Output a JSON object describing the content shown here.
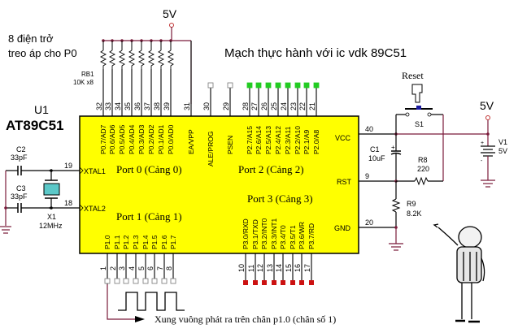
{
  "title": "Mạch thực hành với ic vdk 89C51",
  "note_pullup": [
    "8 điện trở",
    "treo áp cho P0"
  ],
  "supply_top": "5V",
  "supply_right": "5V",
  "chip": {
    "ref": "U1",
    "part": "AT89C51",
    "port0_label": "Port 0 (Cảng 0)",
    "port1_label": "Port 1 (Cảng 1)",
    "port2_label": "Port 2 (Cảng 2)",
    "port3_label": "Port 3 (Cảng 3)",
    "top_pins": [
      {
        "num": "32",
        "name": "P0.7/AD7"
      },
      {
        "num": "33",
        "name": "P0.6/AD6"
      },
      {
        "num": "34",
        "name": "P0.5/AD5"
      },
      {
        "num": "35",
        "name": "P0.4/AD4"
      },
      {
        "num": "36",
        "name": "P0.3/AD3"
      },
      {
        "num": "37",
        "name": "P0.2/AD2"
      },
      {
        "num": "38",
        "name": "P0.1/AD1"
      },
      {
        "num": "39",
        "name": "P0.0/AD0"
      },
      {
        "num": "31",
        "name": "EA/VPP"
      },
      {
        "num": "30",
        "name": "ALE/PROG"
      },
      {
        "num": "29",
        "name": "PSEN"
      },
      {
        "num": "28",
        "name": "P2.7/A15"
      },
      {
        "num": "27",
        "name": "P2.6/A14"
      },
      {
        "num": "26",
        "name": "P2.5/A13"
      },
      {
        "num": "25",
        "name": "P2.4/A12"
      },
      {
        "num": "24",
        "name": "P2.3/A11"
      },
      {
        "num": "23",
        "name": "P2.2/A10"
      },
      {
        "num": "22",
        "name": "P2.1/A9"
      },
      {
        "num": "21",
        "name": "P2.0/A8"
      }
    ],
    "bottom_pins_p1": [
      {
        "num": "1",
        "name": "P1.0"
      },
      {
        "num": "2",
        "name": "P1.1"
      },
      {
        "num": "3",
        "name": "P1.2"
      },
      {
        "num": "4",
        "name": "P1.3"
      },
      {
        "num": "5",
        "name": "P1.4"
      },
      {
        "num": "6",
        "name": "P1.5"
      },
      {
        "num": "7",
        "name": "P1.6"
      },
      {
        "num": "8",
        "name": "P1.7"
      }
    ],
    "bottom_pins_p3": [
      {
        "num": "10",
        "name": "P3.0/RXD"
      },
      {
        "num": "11",
        "name": "P3.1/TXD"
      },
      {
        "num": "12",
        "name": "P3.2/INT0"
      },
      {
        "num": "13",
        "name": "P3.3/INT1"
      },
      {
        "num": "14",
        "name": "P3.4/T0"
      },
      {
        "num": "15",
        "name": "P3.5/T1"
      },
      {
        "num": "16",
        "name": "P3.6/WR"
      },
      {
        "num": "17",
        "name": "P3.7/RD"
      }
    ],
    "left_pins": [
      {
        "num": "19",
        "name": "XTAL1"
      },
      {
        "num": "18",
        "name": "XTAL2"
      }
    ],
    "right_pins": [
      {
        "num": "40",
        "name": "VCC"
      },
      {
        "num": "9",
        "name": "RST"
      },
      {
        "num": "20",
        "name": "GND"
      }
    ]
  },
  "components": {
    "rb1": {
      "ref": "RB1",
      "value": "10K x8"
    },
    "c2": {
      "ref": "C2",
      "value": "33pF"
    },
    "c3": {
      "ref": "C3",
      "value": "33pF"
    },
    "x1": {
      "ref": "X1",
      "value": "12MHz"
    },
    "c1": {
      "ref": "C1",
      "value": "10uF"
    },
    "r8": {
      "ref": "R8",
      "value": "220"
    },
    "r9": {
      "ref": "R9",
      "value": "8.2K"
    },
    "s1": {
      "ref": "S1",
      "label": "Reset"
    },
    "v1": {
      "ref": "V1",
      "value": "5V"
    }
  },
  "pin_state_colors": {
    "port2_high": "#22cc22",
    "port3_low": "#cc1111",
    "unconnected": "#ffffff"
  },
  "chip_color": "#ffff00",
  "caption": "Xung vuông phát ra trên chân p1.0 (chân số 1)"
}
